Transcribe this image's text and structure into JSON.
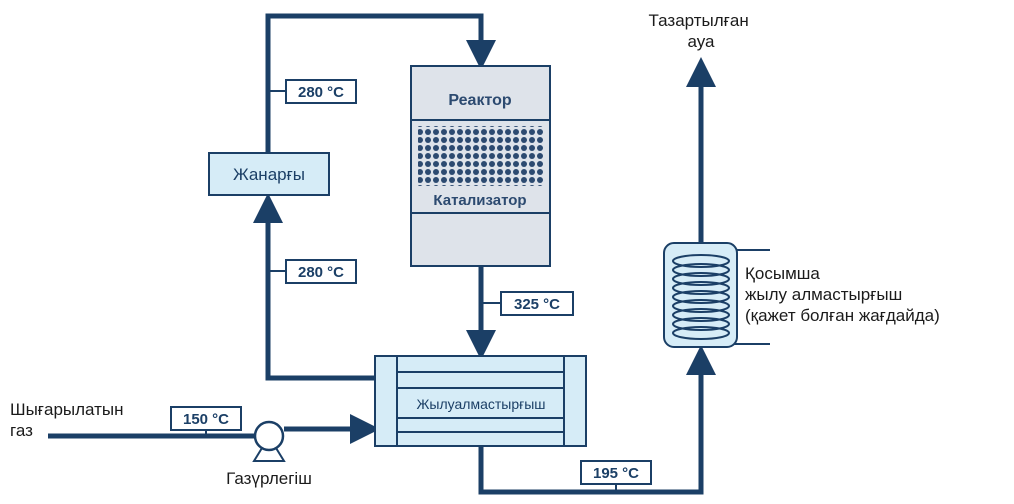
{
  "colors": {
    "line": "#1b3f66",
    "component_fill": "#d6ecf7",
    "reactor_fill": "#dee3ea",
    "text": "#1b1b1b"
  },
  "labels": {
    "clean_air": [
      "Тазартылған",
      "ауа"
    ],
    "reactor": "Реактор",
    "catalyst": "Катализатор",
    "burner": "Жанарғы",
    "heat_exchanger": "Жылуалмастырғыш",
    "aux_exchanger": [
      "Қосымша",
      "жылу алмастырғыш",
      "(қажет болған жағдайда)"
    ],
    "exhaust_gas": [
      "Шығарылатын",
      "газ"
    ],
    "blower": "Газүрлегіш"
  },
  "temperatures": {
    "t_burner_out": "280 °C",
    "t_burner_in": "280 °C",
    "t_reactor_out": "325 °C",
    "t_inlet": "150 °C",
    "t_outlet": "195 °C"
  },
  "icons": [
    "pump-icon",
    "coil-icon",
    "catalyst-pattern-icon"
  ]
}
